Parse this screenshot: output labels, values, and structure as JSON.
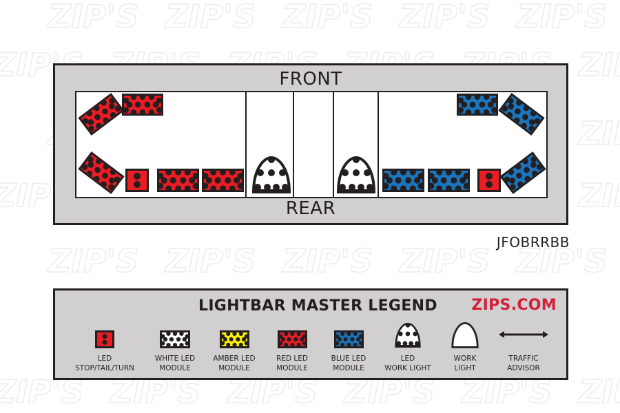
{
  "diagram": {
    "front_label": "FRONT",
    "rear_label": "REAR",
    "model_code": "JFOBRRBB",
    "colors": {
      "red": "#ec1c24",
      "blue": "#1b75bc",
      "white": "#ffffff",
      "amber": "#fff200",
      "outline": "#231f20",
      "panel": "#d1cfcf"
    },
    "modules": [
      {
        "position": "front-left-corner",
        "type": "red-led-module",
        "orientation": "angled"
      },
      {
        "position": "front-left",
        "type": "red-led-module"
      },
      {
        "position": "rear-left-corner",
        "type": "red-led-module",
        "orientation": "angled"
      },
      {
        "position": "rear-left-1",
        "type": "led-stop-tail-turn"
      },
      {
        "position": "rear-left-2",
        "type": "red-led-module"
      },
      {
        "position": "rear-left-3",
        "type": "red-led-module"
      },
      {
        "position": "rear-center-left",
        "type": "led-work-light"
      },
      {
        "position": "rear-center-right",
        "type": "led-work-light"
      },
      {
        "position": "rear-right-3",
        "type": "blue-led-module"
      },
      {
        "position": "rear-right-2",
        "type": "blue-led-module"
      },
      {
        "position": "rear-right-1",
        "type": "led-stop-tail-turn"
      },
      {
        "position": "rear-right-corner",
        "type": "blue-led-module",
        "orientation": "angled"
      },
      {
        "position": "front-right",
        "type": "blue-led-module"
      },
      {
        "position": "front-right-corner",
        "type": "blue-led-module",
        "orientation": "angled"
      }
    ]
  },
  "legend": {
    "title": "LIGHTBAR MASTER LEGEND",
    "brand": "ZIPS.COM",
    "items": [
      {
        "icon": "led-stop-tail-turn-icon",
        "line1": "LED",
        "line2": "STOP/TAIL/TURN"
      },
      {
        "icon": "white-led-module-icon",
        "line1": "WHITE LED",
        "line2": "MODULE"
      },
      {
        "icon": "amber-led-module-icon",
        "line1": "AMBER LED",
        "line2": "MODULE"
      },
      {
        "icon": "red-led-module-icon",
        "line1": "RED LED",
        "line2": "MODULE"
      },
      {
        "icon": "blue-led-module-icon",
        "line1": "BLUE LED",
        "line2": "MODULE"
      },
      {
        "icon": "led-work-light-icon",
        "line1": "LED",
        "line2": "WORK LIGHT"
      },
      {
        "icon": "work-light-icon",
        "line1": "WORK",
        "line2": "LIGHT"
      },
      {
        "icon": "traffic-advisor-icon",
        "line1": "TRAFFIC",
        "line2": "ADVISOR"
      }
    ]
  },
  "watermark": {
    "text": "ZIP'S"
  }
}
